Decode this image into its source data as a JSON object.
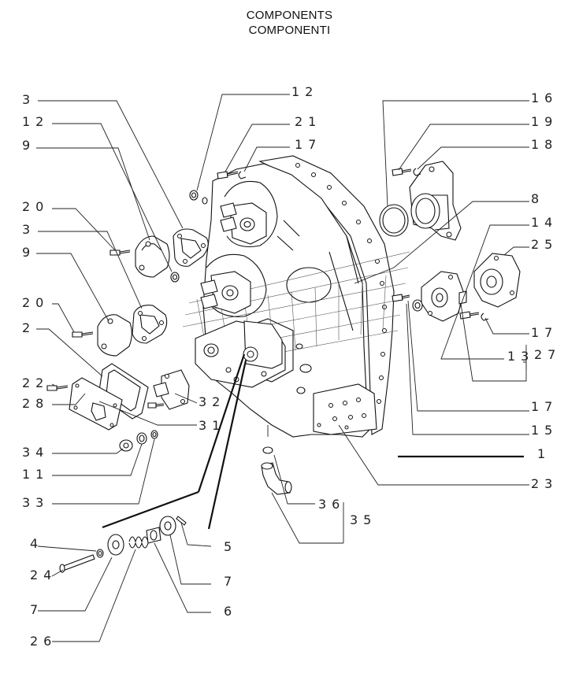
{
  "title": {
    "line1": "COMPONENTS",
    "line2": "COMPONENTI"
  },
  "callouts": [
    {
      "id": "c-3-top",
      "text": "3"
    },
    {
      "id": "c-12-left",
      "text": "12"
    },
    {
      "id": "c-9-top",
      "text": "9"
    },
    {
      "id": "c-20-top",
      "text": "20"
    },
    {
      "id": "c-3-mid",
      "text": "3"
    },
    {
      "id": "c-9-mid",
      "text": "9"
    },
    {
      "id": "c-20-mid",
      "text": "20"
    },
    {
      "id": "c-2",
      "text": "2"
    },
    {
      "id": "c-22",
      "text": "22"
    },
    {
      "id": "c-28",
      "text": "28"
    },
    {
      "id": "c-34",
      "text": "34"
    },
    {
      "id": "c-11",
      "text": "11"
    },
    {
      "id": "c-33",
      "text": "33"
    },
    {
      "id": "c-4",
      "text": "4"
    },
    {
      "id": "c-24",
      "text": "24"
    },
    {
      "id": "c-7-left",
      "text": "7"
    },
    {
      "id": "c-26",
      "text": "26"
    },
    {
      "id": "c-12-top",
      "text": "12"
    },
    {
      "id": "c-21",
      "text": "21"
    },
    {
      "id": "c-17-top",
      "text": "17"
    },
    {
      "id": "c-16",
      "text": "16"
    },
    {
      "id": "c-19",
      "text": "19"
    },
    {
      "id": "c-18",
      "text": "18"
    },
    {
      "id": "c-8",
      "text": "8"
    },
    {
      "id": "c-14",
      "text": "14"
    },
    {
      "id": "c-25",
      "text": "25"
    },
    {
      "id": "c-17-mid",
      "text": "17"
    },
    {
      "id": "c-13",
      "text": "13"
    },
    {
      "id": "c-27",
      "text": "27"
    },
    {
      "id": "c-17-low",
      "text": "17"
    },
    {
      "id": "c-15",
      "text": "15"
    },
    {
      "id": "c-1",
      "text": "1"
    },
    {
      "id": "c-23",
      "text": "23"
    },
    {
      "id": "c-32",
      "text": "32"
    },
    {
      "id": "c-31",
      "text": "31"
    },
    {
      "id": "c-36",
      "text": "36"
    },
    {
      "id": "c-35",
      "text": "35"
    },
    {
      "id": "c-5",
      "text": "5"
    },
    {
      "id": "c-7-right",
      "text": "7"
    },
    {
      "id": "c-6",
      "text": "6"
    }
  ]
}
